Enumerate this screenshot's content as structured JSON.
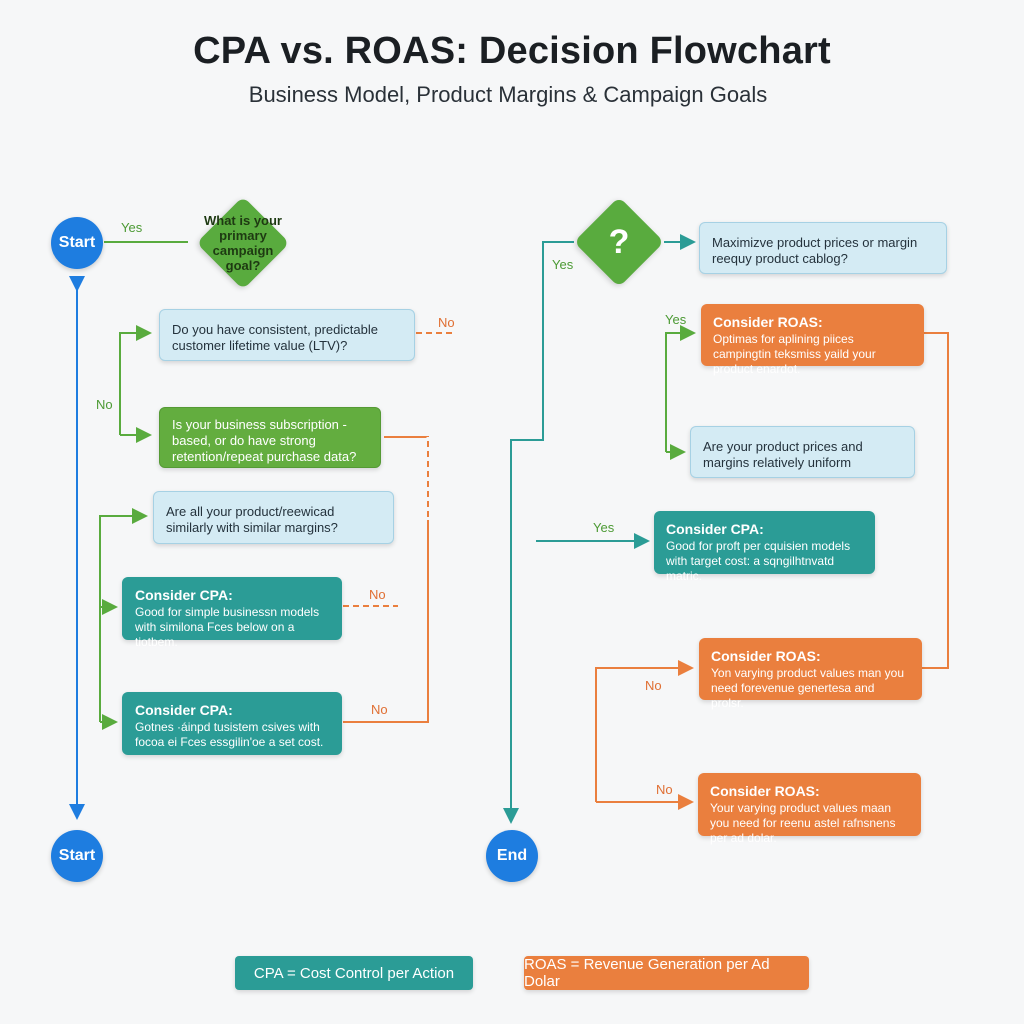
{
  "header": {
    "title": "CPA vs. ROAS: Decision Flowchart",
    "subtitle": "Business Model, Product Margins & Campaign Goals"
  },
  "left_flow": {
    "start_top": "Start",
    "start_bottom": "Start",
    "goal_diamond": "What is your primary campaign goal?",
    "ltv_question": "Do you have consistent, predictable customer lifetime value (LTV)?",
    "subscription_question": "Is your business subscription -based, or do have strong retention/repeat purchase data?",
    "products_question": "Are all your product/reewicad similarly with similar margins?",
    "cpa_1": {
      "title": "Consider CPA:",
      "body": "Good for simple businessn models with similona Fces below on a tiotbem."
    },
    "cpa_2": {
      "title": "Consider CPA:",
      "body": "Gotnes ·áinpd tusistem csives with focoa ei Fces essgilin'oe a set cost."
    },
    "labels": {
      "yes_top": "Yes",
      "no_left": "No",
      "no_ltv": "No",
      "no_cpa1": "No",
      "no_cpa2": "No"
    }
  },
  "right_flow": {
    "question_diamond": "?",
    "margin_question": "Maximizve product prices or margin reequy product cablog?",
    "roas_1": {
      "title": "Consider ROAS:",
      "body": "Optimas for aplining piices campingtin teksmiss yaild your product enardot."
    },
    "uniform_question": "Are your product prices and margins relatively uniform",
    "cpa_3": {
      "title": "Consider CPA:",
      "body": "Good for proft per cquisien models with target cost: a sqngilhtnvatd matric."
    },
    "roas_2": {
      "title": "Consider ROAS:",
      "body": "Yon varying product values man you need forevenue genertesa and prolsr."
    },
    "roas_3": {
      "title": "Consider ROAS:",
      "body": "Your varying product values maan you need for reenu astel rafnsnens per ad dolar."
    },
    "end": "End",
    "labels": {
      "yes_diamond": "Yes",
      "yes_roas": "Yes",
      "yes_cpa": "Yes",
      "no_roas2": "No",
      "no_roas3": "No"
    }
  },
  "legend": {
    "cpa": "CPA = Cost Control per Action",
    "roas": "ROAS = Revenue Generation per Ad Dolar"
  },
  "colors": {
    "blue": "#1e7de0",
    "green": "#59ab3e",
    "teal": "#2b9c96",
    "orange": "#ea7f3e",
    "light_blue": "#d4ebf4"
  }
}
